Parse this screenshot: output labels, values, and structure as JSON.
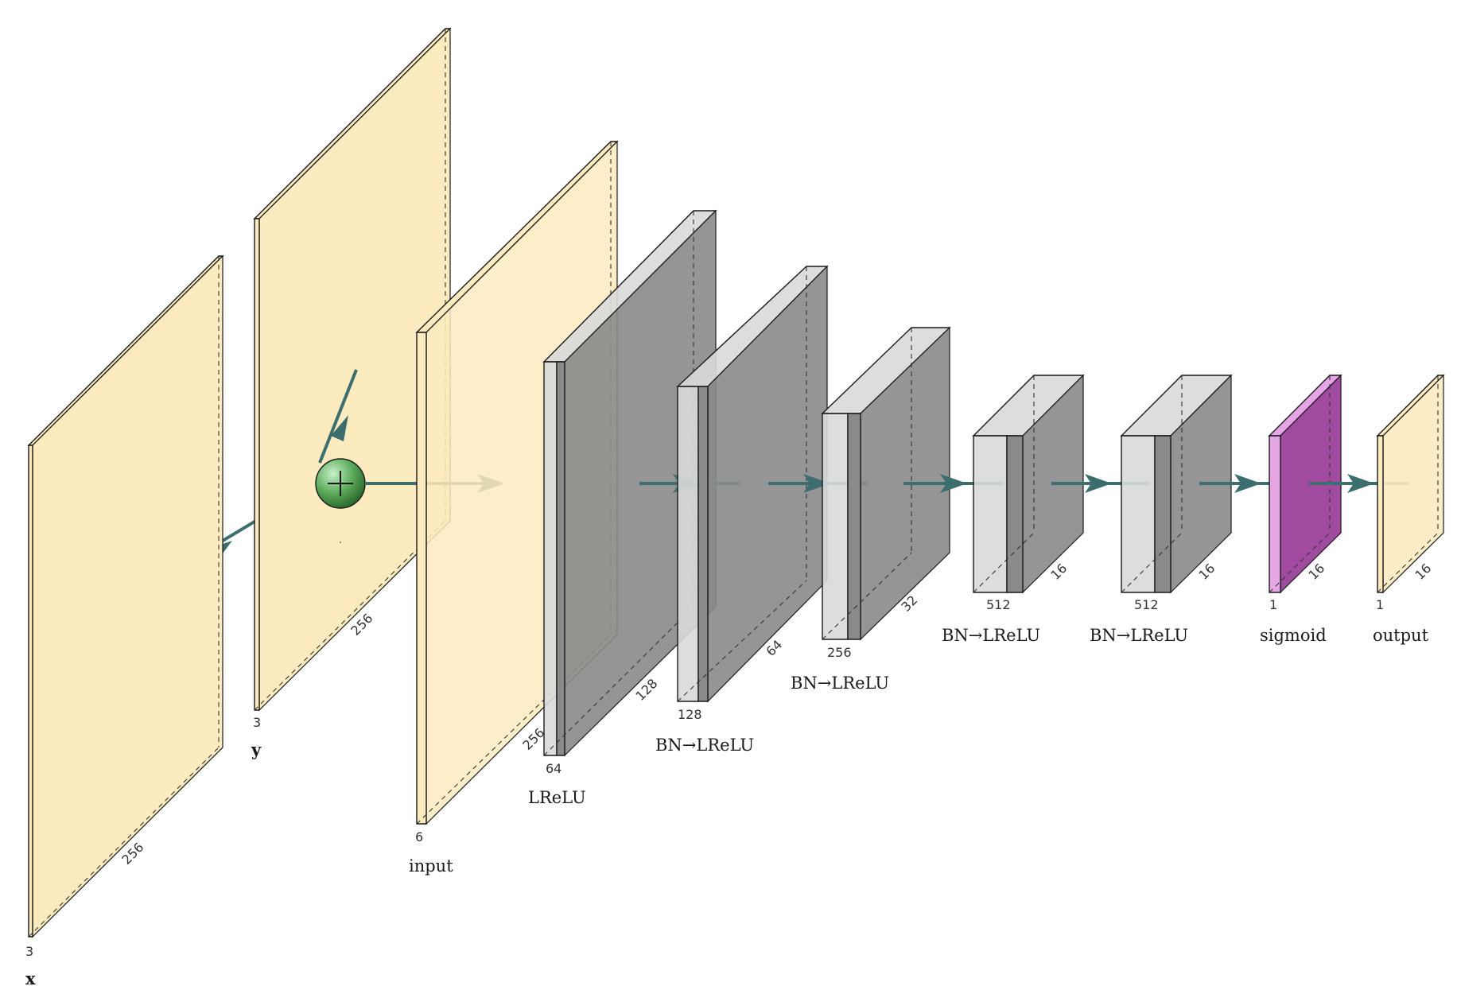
{
  "colors": {
    "feature_map": "#fdebc0",
    "conv_light": "#d9d9d9",
    "conv_dark": "#8a8a8a",
    "sigmoid": "#a04aa0",
    "sigmoid_light": "#e6a6e6",
    "connection": "#3c6e6e",
    "sum_node": "#5fae5f"
  },
  "blocks": [
    {
      "id": "x",
      "label": "x",
      "bold": true,
      "depth": "3",
      "size": "256"
    },
    {
      "id": "y",
      "label": "y",
      "bold": true,
      "depth": "3",
      "size": "256"
    },
    {
      "id": "input",
      "label": "input",
      "bold": false,
      "depth": "6",
      "size": "256"
    },
    {
      "id": "conv1",
      "label": "LReLU",
      "bold": false,
      "depth": "64",
      "size": "128"
    },
    {
      "id": "conv2",
      "label": "BN→LReLU",
      "bold": false,
      "depth": "128",
      "size": "64"
    },
    {
      "id": "conv3",
      "label": "BN→LReLU",
      "bold": false,
      "depth": "256",
      "size": "32"
    },
    {
      "id": "conv4",
      "label": "BN→LReLU",
      "bold": false,
      "depth": "512",
      "size": "16"
    },
    {
      "id": "conv5",
      "label": "BN→LReLU",
      "bold": false,
      "depth": "512",
      "size": "16"
    },
    {
      "id": "sigmoid",
      "label": "sigmoid",
      "bold": false,
      "depth": "1",
      "size": "16"
    },
    {
      "id": "output",
      "label": "output",
      "bold": false,
      "depth": "1",
      "size": "16"
    }
  ],
  "sum_node": {
    "icon": "plus-icon",
    "symbol": "+"
  }
}
